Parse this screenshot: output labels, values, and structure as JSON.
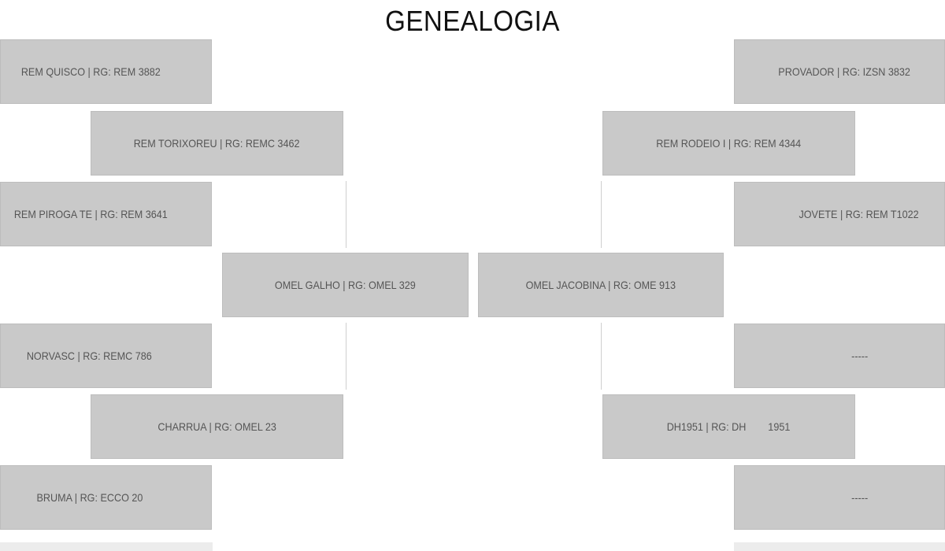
{
  "title": "GENEALOGIA",
  "colors": {
    "box_fill": "#c9c9c9",
    "box_text": "#555555",
    "connector": "#cfcfcf",
    "background": "#ffffff"
  },
  "left_side": {
    "boxes": [
      {
        "label": "REM QUISCO | RG: REM 3882"
      },
      {
        "label": "REM TORIXOREU | RG: REMC 3462"
      },
      {
        "label": "REM PIROGA TE | RG: REM 3641"
      },
      {
        "label": "OMEL GALHO | RG: OMEL 329"
      },
      {
        "label": "NORVASC | RG: REMC 786"
      },
      {
        "label": "CHARRUA | RG: OMEL 23"
      },
      {
        "label": "BRUMA | RG: ECCO 20"
      }
    ]
  },
  "right_side": {
    "boxes": [
      {
        "label": "PROVADOR | RG: IZSN 3832"
      },
      {
        "label": "REM RODEIO I | RG: REM 4344"
      },
      {
        "label": "JOVETE | RG: REM T1022"
      },
      {
        "label": "OMEL JACOBINA | RG: OME 913"
      },
      {
        "label": "-----"
      },
      {
        "label": "DH1951 | RG: DH        1951"
      },
      {
        "label": "-----"
      }
    ]
  }
}
